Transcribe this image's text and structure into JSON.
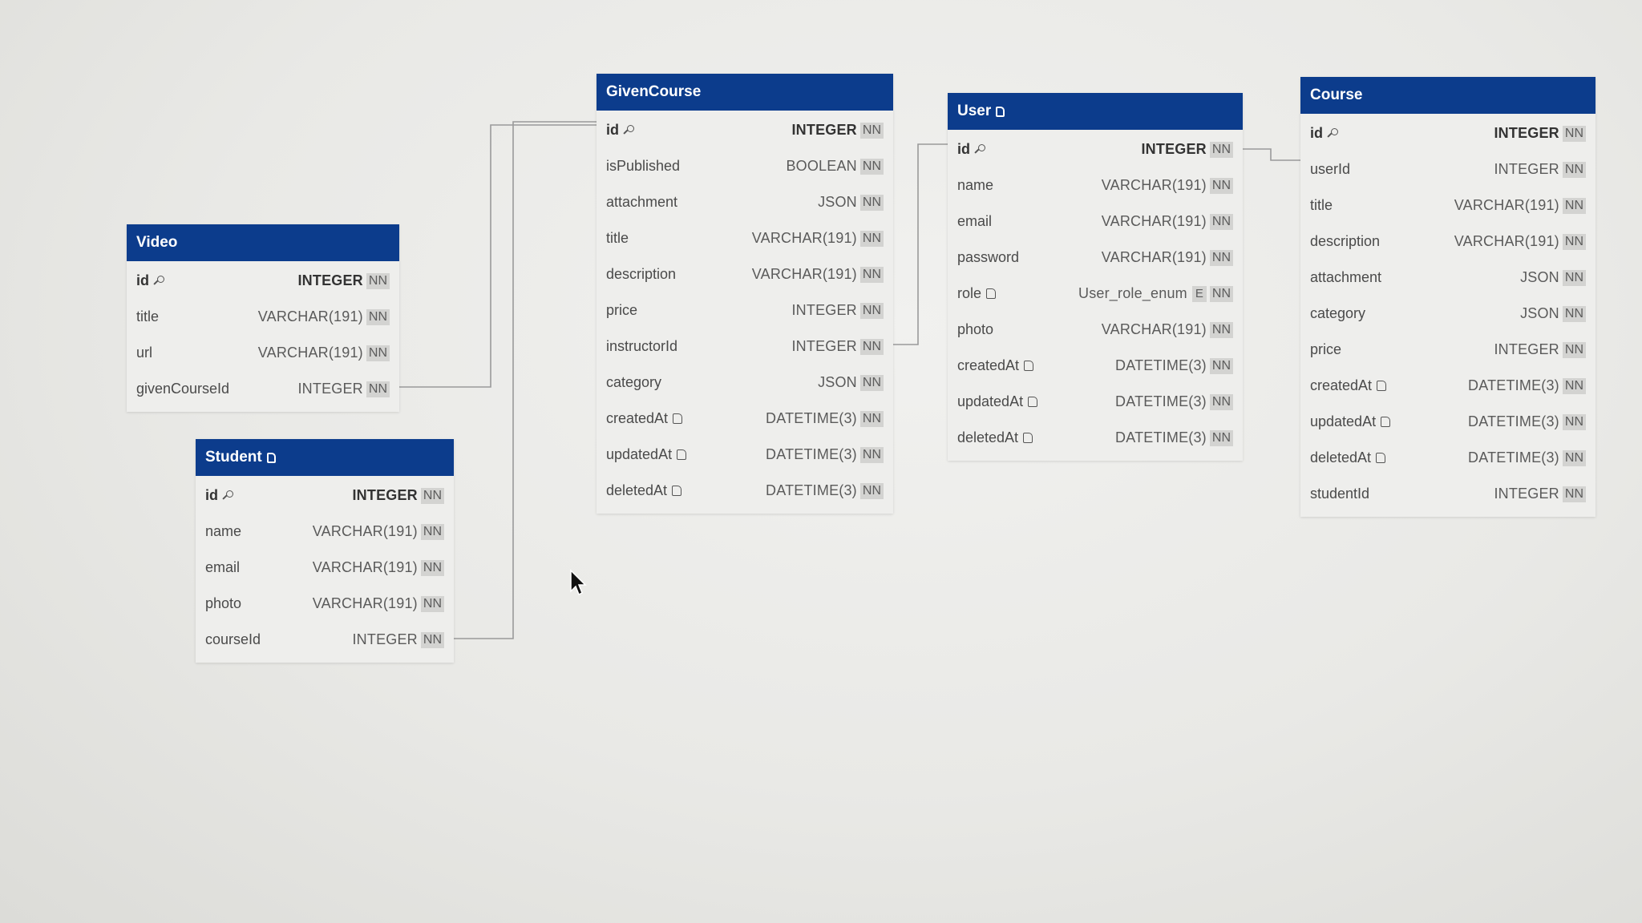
{
  "tables": {
    "video": {
      "name": "Video",
      "fields": [
        {
          "name": "id",
          "type": "INTEGER",
          "nn": "NN"
        },
        {
          "name": "title",
          "type": "VARCHAR(191)",
          "nn": "NN"
        },
        {
          "name": "url",
          "type": "VARCHAR(191)",
          "nn": "NN"
        },
        {
          "name": "givenCourseId",
          "type": "INTEGER",
          "nn": "NN"
        }
      ]
    },
    "student": {
      "name": "Student",
      "fields": [
        {
          "name": "id",
          "type": "INTEGER",
          "nn": "NN"
        },
        {
          "name": "name",
          "type": "VARCHAR(191)",
          "nn": "NN"
        },
        {
          "name": "email",
          "type": "VARCHAR(191)",
          "nn": "NN"
        },
        {
          "name": "photo",
          "type": "VARCHAR(191)",
          "nn": "NN"
        },
        {
          "name": "courseId",
          "type": "INTEGER",
          "nn": "NN"
        }
      ]
    },
    "givencourse": {
      "name": "GivenCourse",
      "fields": [
        {
          "name": "id",
          "type": "INTEGER",
          "nn": "NN"
        },
        {
          "name": "isPublished",
          "type": "BOOLEAN",
          "nn": "NN"
        },
        {
          "name": "attachment",
          "type": "JSON",
          "nn": "NN"
        },
        {
          "name": "title",
          "type": "VARCHAR(191)",
          "nn": "NN"
        },
        {
          "name": "description",
          "type": "VARCHAR(191)",
          "nn": "NN"
        },
        {
          "name": "price",
          "type": "INTEGER",
          "nn": "NN"
        },
        {
          "name": "instructorId",
          "type": "INTEGER",
          "nn": "NN"
        },
        {
          "name": "category",
          "type": "JSON",
          "nn": "NN"
        },
        {
          "name": "createdAt",
          "type": "DATETIME(3)",
          "nn": "NN"
        },
        {
          "name": "updatedAt",
          "type": "DATETIME(3)",
          "nn": "NN"
        },
        {
          "name": "deletedAt",
          "type": "DATETIME(3)",
          "nn": "NN"
        }
      ]
    },
    "user": {
      "name": "User",
      "fields": [
        {
          "name": "id",
          "type": "INTEGER",
          "nn": "NN"
        },
        {
          "name": "name",
          "type": "VARCHAR(191)",
          "nn": "NN"
        },
        {
          "name": "email",
          "type": "VARCHAR(191)",
          "nn": "NN"
        },
        {
          "name": "password",
          "type": "VARCHAR(191)",
          "nn": "NN"
        },
        {
          "name": "role",
          "type": "User_role_enum",
          "enum": "E",
          "nn": "NN"
        },
        {
          "name": "photo",
          "type": "VARCHAR(191)",
          "nn": "NN"
        },
        {
          "name": "createdAt",
          "type": "DATETIME(3)",
          "nn": "NN"
        },
        {
          "name": "updatedAt",
          "type": "DATETIME(3)",
          "nn": "NN"
        },
        {
          "name": "deletedAt",
          "type": "DATETIME(3)",
          "nn": "NN"
        }
      ]
    },
    "course": {
      "name": "Course",
      "fields": [
        {
          "name": "id",
          "type": "INTEGER",
          "nn": "NN"
        },
        {
          "name": "userId",
          "type": "INTEGER",
          "nn": "NN"
        },
        {
          "name": "title",
          "type": "VARCHAR(191)",
          "nn": "NN"
        },
        {
          "name": "description",
          "type": "VARCHAR(191)",
          "nn": "NN"
        },
        {
          "name": "attachment",
          "type": "JSON",
          "nn": "NN"
        },
        {
          "name": "category",
          "type": "JSON",
          "nn": "NN"
        },
        {
          "name": "price",
          "type": "INTEGER",
          "nn": "NN"
        },
        {
          "name": "createdAt",
          "type": "DATETIME(3)",
          "nn": "NN"
        },
        {
          "name": "updatedAt",
          "type": "DATETIME(3)",
          "nn": "NN"
        },
        {
          "name": "deletedAt",
          "type": "DATETIME(3)",
          "nn": "NN"
        },
        {
          "name": "studentId",
          "type": "INTEGER",
          "nn": "NN"
        }
      ]
    }
  },
  "icons": {
    "primary_key": "key-icon",
    "note": "note-icon",
    "cursor": "mouse-cursor-icon"
  },
  "colors": {
    "header": "#0c3c8c",
    "header_text": "#ffffff",
    "table_body": "#eeeeec",
    "badge": "#d3d3d1",
    "connector": "#9a9a9a"
  }
}
